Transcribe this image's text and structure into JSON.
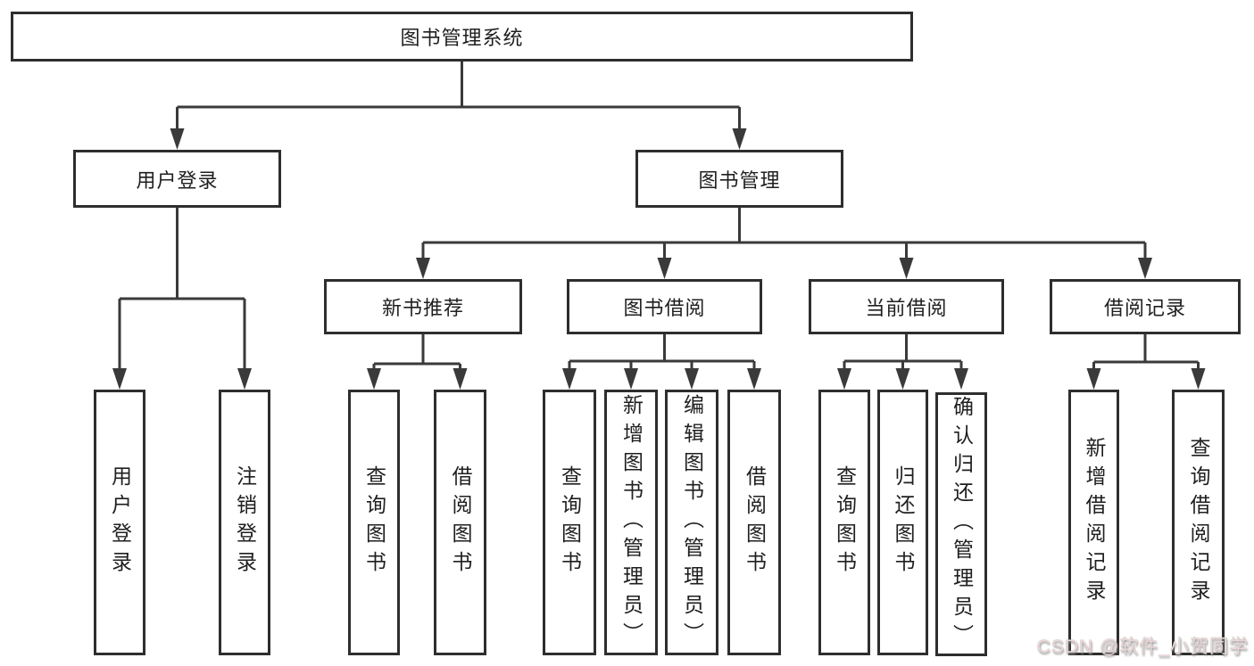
{
  "diagram": {
    "root": {
      "label": "图书管理系统"
    },
    "level1": [
      {
        "label": "用户登录"
      },
      {
        "label": "图书管理"
      }
    ],
    "level2": [
      {
        "label": "新书推荐"
      },
      {
        "label": "图书借阅"
      },
      {
        "label": "当前借阅"
      },
      {
        "label": "借阅记录"
      }
    ],
    "leaves": {
      "user_login": [
        "用户登录",
        "注销登录"
      ],
      "new_book": [
        "查询图书",
        "借阅图书"
      ],
      "book_borrow": [
        "查询图书",
        "新增图书（管理员）",
        "编辑图书（管理员）",
        "借阅图书"
      ],
      "current_borrow": [
        "查询图书",
        "归还图书",
        "确认归还（管理员）"
      ],
      "borrow_records": [
        "新增借阅记录",
        "查询借阅记录"
      ]
    }
  },
  "watermark": "CSDN @软件_小贺同学",
  "colors": {
    "line": "#3a3a3a",
    "border": "#2e2e2e",
    "text": "#1f1f1f",
    "background": "#ffffff",
    "watermark_text": "#eed8d8"
  }
}
